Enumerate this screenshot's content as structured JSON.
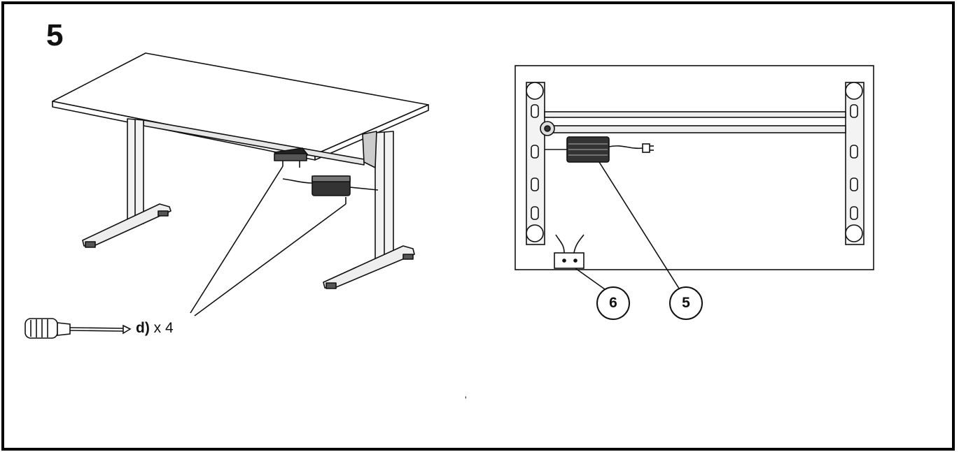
{
  "step": {
    "number": "5"
  },
  "screw_instruction": {
    "part_letter": "d)",
    "quantity": "x 4"
  },
  "callouts": [
    {
      "label": "6"
    },
    {
      "label": "5"
    }
  ],
  "stray_mark": "'",
  "icons": [
    "screwdriver-icon",
    "desk-perspective-illustration",
    "underside-view-illustration",
    "power-supply-icon",
    "control-box-icon"
  ],
  "colors": {
    "line": "#111111",
    "fill": "#ffffff",
    "shade": "#d0d0d0"
  }
}
